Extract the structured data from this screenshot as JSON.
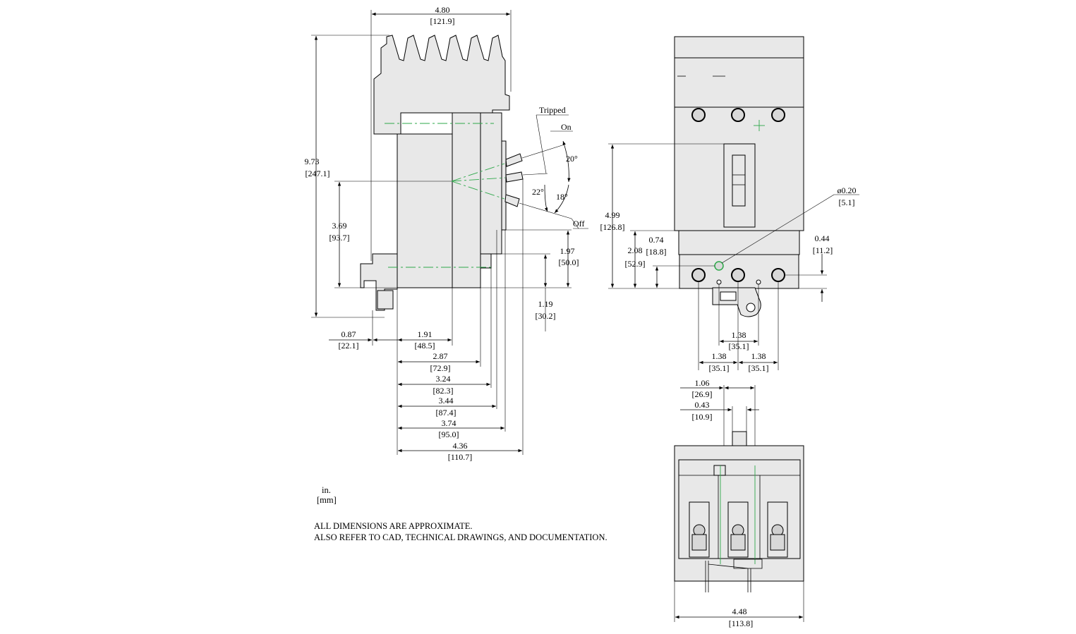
{
  "side_view": {
    "overall_width": "4.80",
    "overall_width_mm": "[121.9]",
    "overall_height": "9.73",
    "overall_height_mm": "[247.1]",
    "height_to_handle": "3.69",
    "height_to_handle_mm": "[93.7]",
    "dim_1_97": "1.97",
    "dim_1_97_mm": "[50.0]",
    "dim_1_19": "1.19",
    "dim_1_19_mm": "[30.2]",
    "dim_0_87": "0.87",
    "dim_0_87_mm": "[22.1]",
    "dim_1_91": "1.91",
    "dim_1_91_mm": "[48.5]",
    "dim_2_87": "2.87",
    "dim_2_87_mm": "[72.9]",
    "dim_3_24": "3.24",
    "dim_3_24_mm": "[82.3]",
    "dim_3_44": "3.44",
    "dim_3_44_mm": "[87.4]",
    "dim_3_74": "3.74",
    "dim_3_74_mm": "[95.0]",
    "dim_4_36": "4.36",
    "dim_4_36_mm": "[110.7]",
    "label_tripped": "Tripped",
    "label_on": "On",
    "label_off": "Off",
    "angle_20": "20°",
    "angle_22": "22°",
    "angle_18": "18°"
  },
  "front_view": {
    "dim_4_99": "4.99",
    "dim_4_99_mm": "[126.8]",
    "dim_2_08": "2.08",
    "dim_2_08_mm": "[52.9]",
    "dim_0_74": "0.74",
    "dim_0_74_mm": "[18.8]",
    "dim_hole": "ø0.20",
    "dim_hole_mm": "[5.1]",
    "dim_0_44": "0.44",
    "dim_0_44_mm": "[11.2]",
    "dim_1_38_center": "1.38",
    "dim_1_38_center_mm": "[35.1]",
    "dim_1_38_left": "1.38",
    "dim_1_38_left_mm": "[35.1]",
    "dim_1_38_right": "1.38",
    "dim_1_38_right_mm": "[35.1]"
  },
  "bottom_view": {
    "dim_1_06": "1.06",
    "dim_1_06_mm": "[26.9]",
    "dim_0_43": "0.43",
    "dim_0_43_mm": "[10.9]",
    "dim_4_48": "4.48",
    "dim_4_48_mm": "[113.8]"
  },
  "notes": {
    "units_in": "in.",
    "units_mm": "[mm]",
    "line1": "ALL DIMENSIONS ARE APPROXIMATE.",
    "line2": "ALSO REFER TO CAD, TECHNICAL DRAWINGS, AND DOCUMENTATION."
  }
}
